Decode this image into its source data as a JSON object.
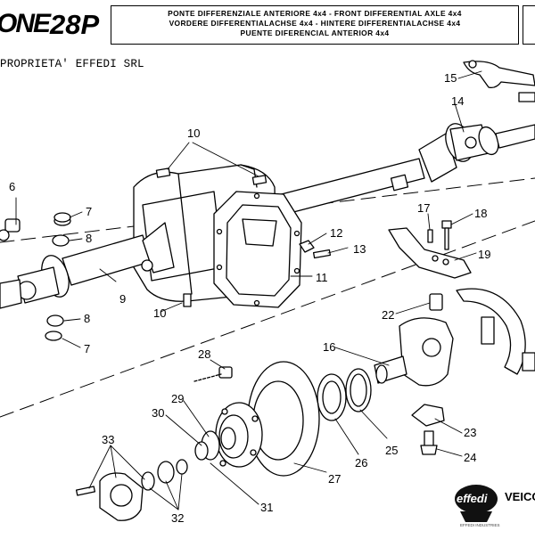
{
  "header": {
    "brand": "ONE",
    "model": "28P",
    "title_lines": [
      "PONTE DIFFERENZIALE ANTERIORE 4x4 - FRONT DIFFERENTIAL AXLE 4x4",
      "VORDERE DIFFERENTIALACHSE 4x4 - HINTERE DIFFERENTIALACHSE 4x4",
      "PUENTE DIFERENCIAL ANTERIOR 4x4"
    ]
  },
  "ownership_note": "PROPRIETA' EFFEDI SRL",
  "part_labels": {
    "p6": "6",
    "p7a": "7",
    "p8a": "8",
    "p9": "9",
    "p10a": "10",
    "p10b": "10",
    "p11": "11",
    "p12": "12",
    "p13": "13",
    "p14": "14",
    "p15": "15",
    "p16": "16",
    "p17": "17",
    "p18": "18",
    "p19": "19",
    "p22": "22",
    "p8b": "8",
    "p7b": "7",
    "p23": "23",
    "p24": "24",
    "p25": "25",
    "p26": "26",
    "p27": "27",
    "p28": "28",
    "p29": "29",
    "p30": "30",
    "p31": "31",
    "p32": "32",
    "p33": "33"
  },
  "logo": {
    "name": "effedi",
    "side_text": "VEICO",
    "tagline": "EFFEDI INDUSTRIES"
  },
  "colors": {
    "line": "#000000",
    "background": "#ffffff",
    "logo_fill": "#111111"
  }
}
